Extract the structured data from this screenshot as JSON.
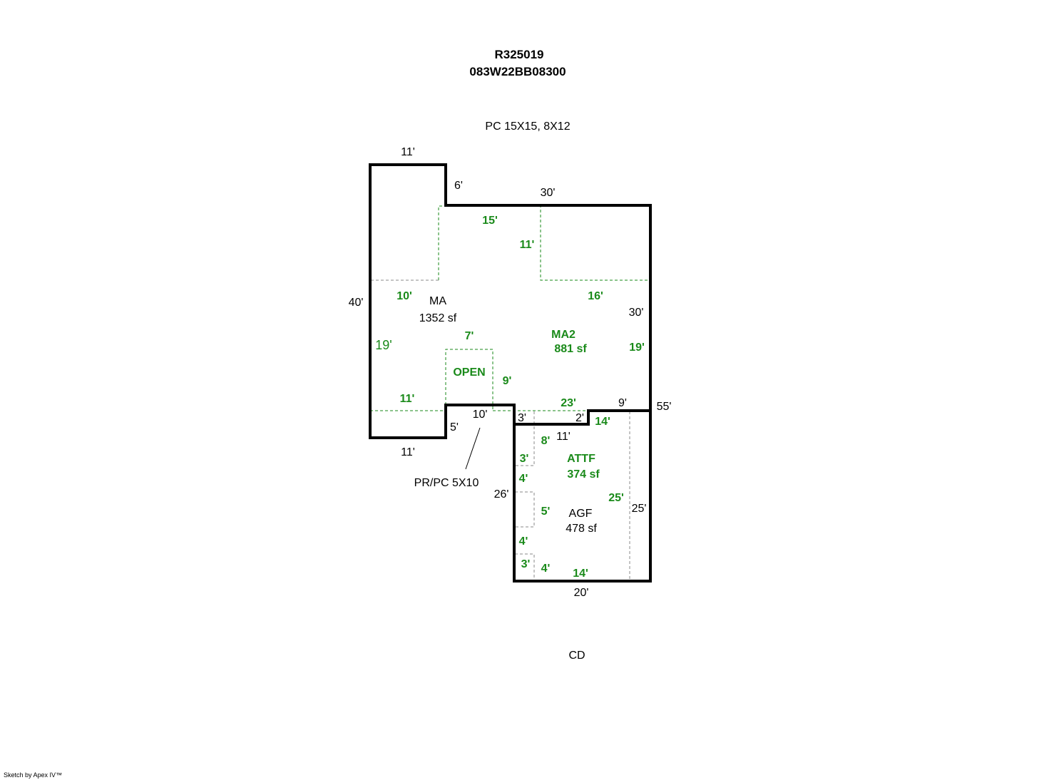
{
  "header": {
    "account": "R325019",
    "map_tax_lot": "083W22BB08300",
    "note": "PC 15X15, 8X12"
  },
  "areas": {
    "ma": {
      "name": "MA",
      "size": "1352 sf"
    },
    "ma2": {
      "name": "MA2",
      "size": "881 sf"
    },
    "open": {
      "name": "OPEN"
    },
    "attf": {
      "name": "ATTF",
      "size": "374 sf"
    },
    "agf": {
      "name": "AGF",
      "size": "478 sf"
    }
  },
  "dims_black": {
    "top_11": "11'",
    "six": "6'",
    "top_30": "30'",
    "left_40": "40'",
    "right_30": "30'",
    "nine": "9'",
    "fiftyfive": "55'",
    "ten": "10'",
    "five": "5'",
    "bottom_11": "11'",
    "three": "3'",
    "two": "2'",
    "eleven": "11'",
    "twentysix": "26'",
    "twentyfive": "25'",
    "twenty": "20'"
  },
  "dims_green": {
    "fifteen": "15'",
    "eleven_a": "11'",
    "ten": "10'",
    "sixteen": "16'",
    "nineteen_l": "19'",
    "seven": "7'",
    "nineteen_r": "19'",
    "nine": "9'",
    "eleven_b": "11'",
    "twentythree": "23'",
    "fourteen_t": "14'",
    "eight": "8'",
    "three_a": "3'",
    "four_a": "4'",
    "twentyfive": "25'",
    "five": "5'",
    "four_b": "4'",
    "three_b": "3'",
    "four_c": "4'",
    "fourteen_b": "14'"
  },
  "callout": "PR/PC 5X10",
  "footer_label": "CD",
  "credit": "Sketch by Apex IV™"
}
